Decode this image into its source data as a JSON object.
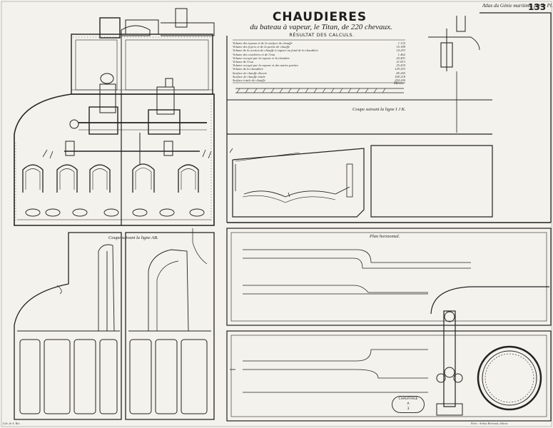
{
  "header": {
    "title": "CHAUDIERES",
    "subtitle": "du bateau à vapeur, le Titan, de 220 chevaux.",
    "plate_number": "133",
    "atlas_label": "Atlas du Génie maritime, partie Pl."
  },
  "results": {
    "title": "RÉSULTAT DES CALCULS.",
    "rows": [
      {
        "label": "Volume des tuyaux et de la surface de chauffe",
        "value": "1.132"
      },
      {
        "label": "Volume des foyers et de la partie de chauffe",
        "value": "10.189"
      },
      {
        "label": "Volume de la section de chauffe à vapeur au fond de la chaudière",
        "value": "14.253"
      },
      {
        "label": "Volume des cendriers et de l'eau",
        "value": "1.462"
      },
      {
        "label": "Volume occupé par la vapeur et la chambre",
        "value": "20.491"
      },
      {
        "label": "Volume de l'eau",
        "value": "21.813"
      },
      {
        "label": "Volume occupé par la vapeur et des autres parties",
        "value": "25.435"
      },
      {
        "label": "Volume de la chaudière",
        "value": "129.253"
      },
      {
        "label": "Surface de chauffe directe",
        "value": "85.265"
      },
      {
        "label": "Surface de chauffe totale",
        "value": "169.218"
      },
      {
        "label": "Surface totale de chauffe",
        "value": "254.200"
      }
    ],
    "scale_label": "Mètres"
  },
  "captions": {
    "section_ijk": "Coupe suivant la ligne I J K.",
    "section_ab": "Coupe suivant la ligne AB.",
    "plan": "Plan horizontal."
  },
  "stamp": {
    "line1": "CHAUFFAGE",
    "line2": "A",
    "line3": "3"
  },
  "footer": {
    "left": "Lith. de A. Bès.",
    "right": "Paris - Arthus Bertrand, éditeur."
  }
}
